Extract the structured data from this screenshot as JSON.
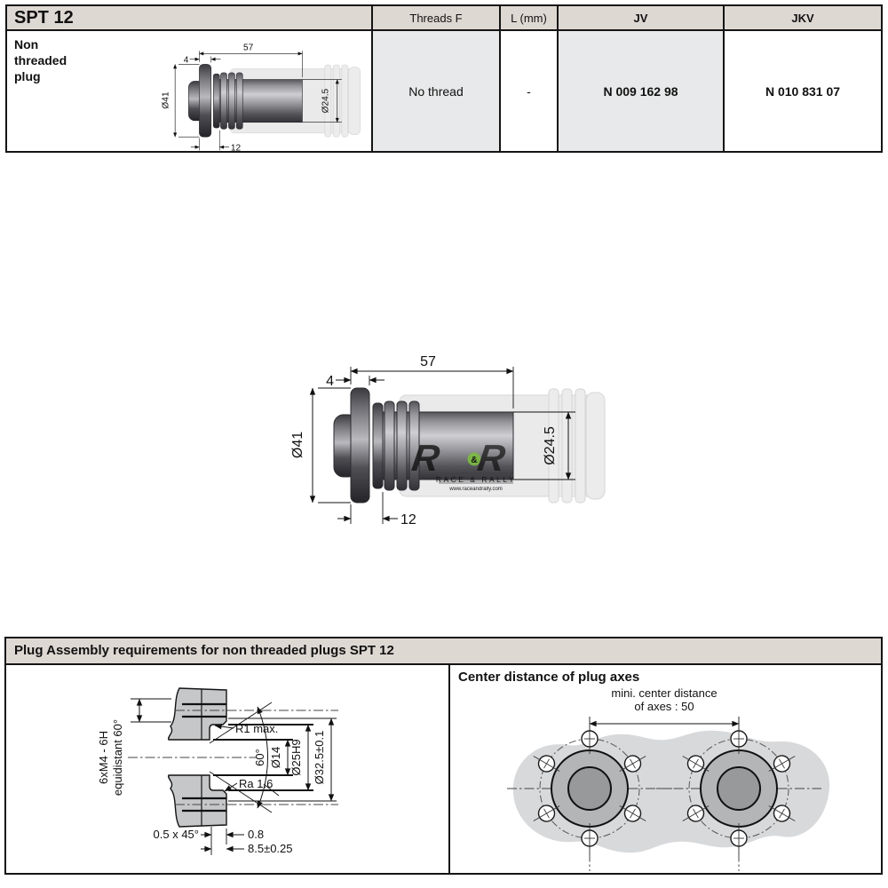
{
  "product": {
    "code": "SPT 12",
    "type": "Non threaded plug"
  },
  "spec_table": {
    "headers": {
      "threads": "Threads F",
      "length": "L (mm)",
      "jv": "JV",
      "jkv": "JKV"
    },
    "row": {
      "threads": "No thread",
      "length": "-",
      "jv": "N 009 162 98",
      "jkv": "N 010 831 07"
    }
  },
  "plug_dims": {
    "overall_length": "57",
    "flange_thickness": "4",
    "flange_diameter": "Ø41",
    "body_diameter": "Ø24.5",
    "mount_depth": "12"
  },
  "watermark": {
    "monogram_left": "R",
    "monogram_amp": "&",
    "monogram_right": "R",
    "name": "RACE & RALLY",
    "site": "www.raceandrally.com",
    "green": "#7cbe3f"
  },
  "assembly": {
    "title": "Plug Assembly requirements for non threaded plugs SPT 12",
    "section": {
      "holes_line1": "6xM4 - 6H",
      "holes_line2": "equidistant 60°",
      "r1": "R1 max.",
      "angle": "60°",
      "dia_14": "Ø14",
      "dia_25": "Ø25H9",
      "dia_32": "Ø32.5±0.1",
      "roughness": "Ra 1.6",
      "chamfer": "0.5 x 45°",
      "clearance": "0.8",
      "depth": "8.5±0.25"
    },
    "centers": {
      "title": "Center distance of plug axes",
      "dim_line1": "mini. center distance",
      "dim_line2": "of axes : 50"
    }
  },
  "colors": {
    "header_bg": "#ded8d3",
    "cell_gray": "#e8e9ea",
    "border": "#141414",
    "blob_gray": "#d8d9db",
    "ring_gray": "#b3b5b7",
    "hub_gray": "#97999b"
  }
}
